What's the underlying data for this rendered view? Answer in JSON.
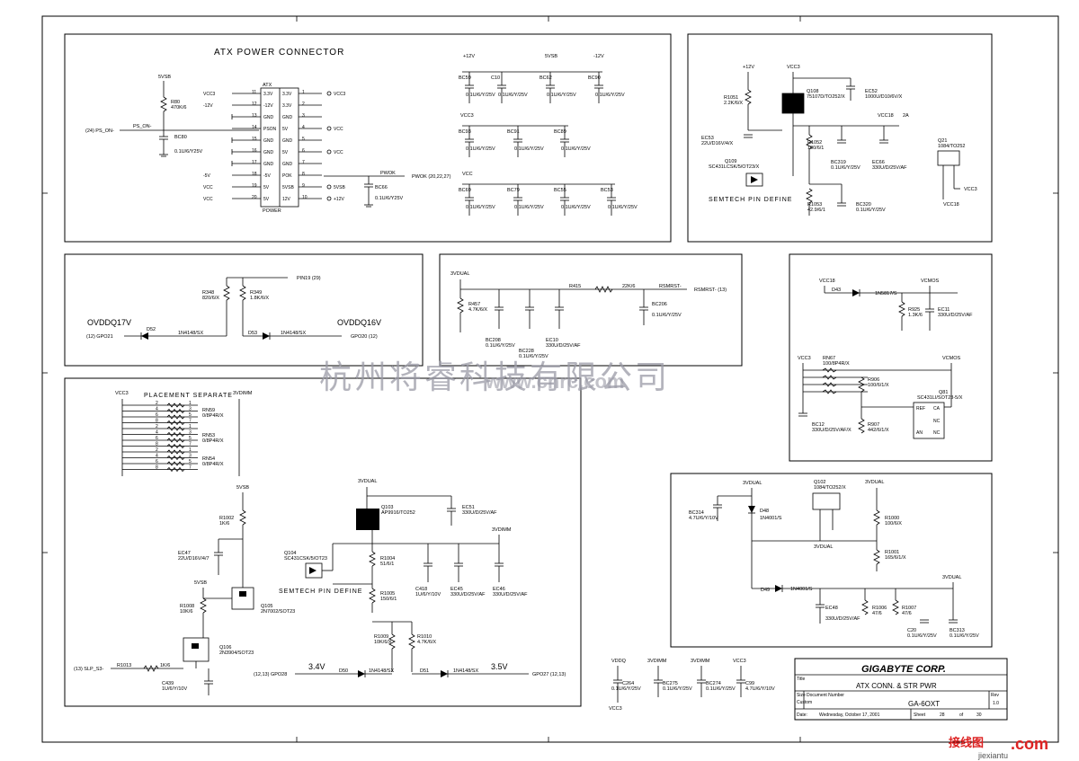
{
  "atx": {
    "title": "ATX POWER CONNECTOR",
    "ref": "ATX",
    "part": "POWER",
    "left_pins": [
      "3.3V",
      "-12V",
      "GND",
      "PSON",
      "GND",
      "GND",
      "GND",
      "-5V",
      "5V",
      "5V"
    ],
    "right_pins": [
      "3.3V",
      "3.3V",
      "GND",
      "5V",
      "GND",
      "5V",
      "GND",
      "POK",
      "5VSB",
      "12V"
    ],
    "left_nums": [
      "11",
      "12",
      "13",
      "14",
      "15",
      "16",
      "17",
      "18",
      "19",
      "20"
    ],
    "right_nums": [
      "1",
      "2",
      "3",
      "4",
      "5",
      "6",
      "7",
      "8",
      "9",
      "10"
    ],
    "left_nets": [
      "VCC3",
      "-12V",
      "",
      "",
      "",
      "",
      "",
      "-5V",
      "VCC",
      "VCC"
    ],
    "right_nets": [
      "VCC3",
      "",
      "",
      "VCC",
      "",
      "VCC",
      "",
      "PWOK",
      "5VSB",
      "+12V"
    ],
    "r80": "R80",
    "r80_val": "470K/6",
    "svsb": "5VSB",
    "ps_on": "(24) PS_ON-",
    "ps_on_net": "PS_ON-",
    "bc80": "BC80",
    "bc80_val": "0.1U/6/Y25V",
    "bc66": "BC66",
    "bc66_val": "0.1U/6/Y25V",
    "pwok_net": "PWOK",
    "pwok_off": "PWOK (20,22,27)"
  },
  "decap": {
    "r12": "+12V",
    "svsb": "5VSB",
    "m12": "-12V",
    "vcc3": "VCC3",
    "vcc": "VCC",
    "caps_top": [
      {
        "ref": "BC59",
        "val": "0.1U/6/Y/25V"
      },
      {
        "ref": "C10",
        "val": "0.1U/6/Y/25V"
      },
      {
        "ref": "BC62",
        "val": "0.1U/6/Y/25V"
      },
      {
        "ref": "BC90",
        "val": "0.1U/6/Y/25V"
      }
    ],
    "caps_mid": [
      {
        "ref": "BC93",
        "val": "0.1U/6/Y/25V"
      },
      {
        "ref": "BC91",
        "val": "0.1U/6/Y/25V"
      },
      {
        "ref": "BC89",
        "val": "0.1U/6/Y/25V"
      }
    ],
    "caps_bot": [
      {
        "ref": "BC69",
        "val": "0.1U/6/Y/25V"
      },
      {
        "ref": "BC79",
        "val": "0.1U/6/Y/25V"
      },
      {
        "ref": "BC55",
        "val": "0.1U/6/Y/25V"
      },
      {
        "ref": "BC53",
        "val": "0.1U/6/Y/25V"
      }
    ]
  },
  "reg1": {
    "p12": "+12V",
    "vcc3": "VCC3",
    "r1051": "R1051",
    "r1051_val": "2.2K/6/X",
    "q108": "Q108",
    "q108_val": "75107D/TO252/X",
    "ec52": "EC52",
    "ec52_val": "1000U/D10/6V/X",
    "ec53": "EC53",
    "ec53_val": "22U/D16V/4/X",
    "r1052": "R1052",
    "r1052_val": "100/6/1",
    "q109": "Q109",
    "q109_val": "SC431LCSK/5/OT23/X",
    "semtech": "SEMTECH PIN DEFINE",
    "r1053": "R1053",
    "r1053_val": "42.9/6/1",
    "bc319": "BC319",
    "bc319_val": "0.1U/6/Y/25V",
    "ec66": "EC66",
    "ec66_val": "330U/D/25V/AF",
    "bc320": "BC320",
    "bc320_val": "0.1U/6/Y/25V",
    "vcc18": "VCC18",
    "amp": "2A",
    "q21": "Q21",
    "q21_val": "1084/TO252",
    "vcc3_out": "VCC3",
    "vcc18_b": "VCC18"
  },
  "ovdd": {
    "pin19": "PIN19 (29)",
    "r348": "R348",
    "r348_val": "820/6/X",
    "r349": "R349",
    "r349_val": "1.8K/6/X",
    "ovdd17": "OVDDQ17V",
    "ovdd16": "OVDDQ16V",
    "gpo21": "(12) GPO21",
    "d52": "D52",
    "d52_val": "1N4148/SX",
    "d53": "D53",
    "d53_val": "1N4148/SX",
    "gpo20": "GPO20 (12)"
  },
  "rsmrst": {
    "vdual": "3VDUAL",
    "r415": "R415",
    "r415_val": "22K/6",
    "net": "RSMRST-",
    "net_off": "RSMRST- (13)",
    "r457": "R457",
    "r457_val": "4.7K/6/X",
    "bc208": "BC208",
    "bc208_val": "0.1U/6/Y/25V",
    "bc228": "BC228",
    "bc228_val": "0.1U/6/Y/25V",
    "ec10": "EC10",
    "ec10_val": "330U/D/25V/AF",
    "bc206": "BC206",
    "bc206_val": "0.1U/6/Y/25V"
  },
  "vcmos": {
    "vcc18": "VCC18",
    "d43": "D43",
    "d43_val": "1N5817/S",
    "vcmos": "VCMOS",
    "r925": "R925",
    "r925_val": "1.3K/6",
    "ec11": "EC11",
    "ec11_val": "330U/D/25V/AF",
    "vcc3": "VCC3",
    "rn67": "RN67",
    "rn67_val": "100/8P4R/X",
    "r906": "R906",
    "r906_val": "100/6/1/X",
    "q81": "Q81",
    "q81_val": "SC431LI/SOT23-5/X",
    "bc12": "BC12",
    "bc12_val": "330U/D/25V/AF/X",
    "r907": "R907",
    "r907_val": "442/6/1/X",
    "ref": "REF",
    "ca": "CA",
    "nc1": "NC",
    "an": "AN",
    "nc2": "NC",
    "vcmos2": "VCMOS"
  },
  "watermark": {
    "cn": "杭州将睿科技有限公司",
    "url": "www.cnrc.com"
  },
  "placement": {
    "vcc3": "VCC3",
    "title": "PLACEMENT SEPARATE",
    "v3dimm": "3VDIMM",
    "rn59": "RN59",
    "rn59_val": "0/8P4R/X",
    "rn53": "RN53",
    "rn53_val": "0/8P4R/X",
    "rn54": "RN54",
    "rn54_val": "0/8P4R/X"
  },
  "dimm": {
    "svsb": "5VSB",
    "r1002": "R1002",
    "r1002_val": "1K/6",
    "ec47": "EC47",
    "ec47_val": "22U/D16V/4/7",
    "svsb2": "5VSB",
    "r1008": "R1008",
    "r1008_val": "10K/6",
    "q105": "Q105",
    "q105_val": "2N7002/SOT23",
    "q106": "Q106",
    "q106_val": "2N3904/SOT23",
    "r1013": "R1013",
    "r1013_val": "1K/6",
    "slp": "(13) SLP_S3-",
    "c439": "C439",
    "c439_val": "1U/6/Y/10V",
    "v3dual": "3VDUAL",
    "q103": "Q103",
    "q103_val": "AP9916/TO252",
    "ec51": "EC51",
    "ec51_val": "330U/D/25V/AF",
    "q104": "Q104",
    "q104_val": "SC431CSK/5/OT23",
    "semtech": "SEMTECH PIN DEFINE",
    "v3dimm": "3VDIMM",
    "r1004": "R1004",
    "r1004_val": "51/6/1",
    "r1005": "R1005",
    "r1005_val": "150/6/1",
    "c418": "C418",
    "c418_val": "1U/6/Y/10V",
    "ec45": "EC45",
    "ec45_val": "330U/D/25V/AF",
    "ec46": "EC46",
    "ec46_val": "330U/D/25V/AF",
    "r1009": "R1009",
    "r1009_val": "10K/6/X",
    "r1010": "R1010",
    "r1010_val": "4.7K/6/X",
    "v34": "3.4V",
    "v35": "3.5V",
    "gpo28": "(12,13) GPO28",
    "d50": "D50",
    "d50_val": "1N4148/SX",
    "d51": "D51",
    "d51_val": "1N4148/SX",
    "gpo27": "GPO27 (12,13)"
  },
  "dualreg": {
    "bc314": "BC314",
    "bc314_val": "4.7U/6/Y/10V",
    "v3dual_in": "3VDUAL",
    "d48": "D48",
    "d48_val": "1N4001/S",
    "q102": "Q102",
    "q102_val": "1084/TO252/X",
    "v3dual_top": "3VDUAL",
    "v3dual_mid": "3VDUAL",
    "r1000": "R1000",
    "r1000_val": "100/6/X",
    "r1001": "R1001",
    "r1001_val": "165/6/1/X",
    "d49": "D49",
    "d49_val": "1N4001/S",
    "v3dual_r": "3VDUAL",
    "ec48": "EC48",
    "ec48_val": "330U/D/25V/AF",
    "r1006": "R1006",
    "r1006_val": "47/6",
    "r1007": "R1007",
    "r1007_val": "47/6",
    "c20": "C20",
    "c20_val": "0.1U/6/Y/25V",
    "bc313": "BC313",
    "bc313_val": "0.1U/6/Y/25V"
  },
  "bottom_caps": {
    "vddq": "VDDQ",
    "v3dimm": "3VDIMM",
    "v3dimm2": "3VDIMM",
    "vcc3": "VCC3",
    "c264": "C264",
    "c264_val": "0.1U/6/Y/25V",
    "bc275": "BC275",
    "bc275_val": "0.1U/6/Y/25V",
    "bc274": "BC274",
    "bc274_val": "0.1U/6/Y/25V",
    "c99": "C99",
    "c99_val": "4.7U/6/Y/10V",
    "vcc3_b": "VCC3"
  },
  "title_block": {
    "company": "GIGABYTE CORP.",
    "title_lbl": "Title",
    "title": "ATX CONN. & STR PWR",
    "size_lbl": "Size",
    "size": "Custom",
    "docnum_lbl": "Document Number",
    "docnum": "GA-6OXT",
    "rev_lbl": "Rev",
    "rev": "1.0",
    "date_lbl": "Date:",
    "date": "Wednesday, October 17, 2001",
    "sheet_lbl": "Sheet",
    "sheet": "28",
    "of": "of",
    "total": "30"
  },
  "logo": {
    "cn": "接线图",
    "com": ".com",
    "url": "jiexiantu"
  }
}
